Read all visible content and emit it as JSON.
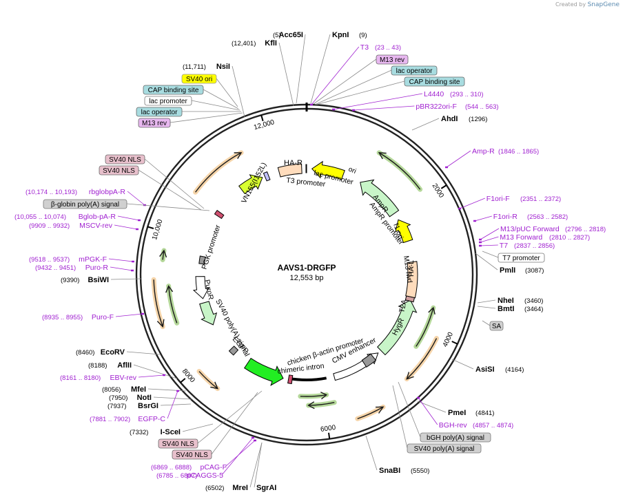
{
  "watermark": {
    "prefix": "Created by",
    "brand": "SnapGene"
  },
  "plasmid": {
    "name": "AAVS1-DRGFP",
    "length_label": "12,553 bp",
    "length": 12553
  },
  "colors": {
    "site": "#000000",
    "primer": "#a020d0",
    "ring": "#222222",
    "orange_arrow": "#e8a040",
    "green_arrow": "#5aa820",
    "ori_yellow": "#ffff00",
    "arm_peach": "#ffdcbc",
    "egfp_green": "#22ee22",
    "resistance_green": "#c8f5c8",
    "feature_grey": "#999999"
  },
  "ticks": [
    {
      "label": "2000",
      "pos": 2000
    },
    {
      "label": "4000",
      "pos": 4000
    },
    {
      "label": "6000",
      "pos": 6000
    },
    {
      "label": "8000",
      "pos": 8000
    },
    {
      "label": "10,000",
      "pos": 10000
    },
    {
      "label": "12,000",
      "pos": 12000
    }
  ],
  "sites": [
    {
      "num": "(5)",
      "name": "Acc65I",
      "pos": 5
    },
    {
      "num": "(9)",
      "name": "KpnI",
      "pos": 9
    },
    {
      "num": "(12,401)",
      "name": "KflI",
      "pos": 12401
    },
    {
      "num": "(11,711)",
      "name": "NsiI",
      "pos": 11711
    },
    {
      "num": "(1296)",
      "name": "AhdI",
      "pos": 1296
    },
    {
      "num": "(3087)",
      "name": "PmlI",
      "pos": 3087
    },
    {
      "num": "(3460)",
      "name": "NheI",
      "pos": 3460
    },
    {
      "num": "(3464)",
      "name": "BmtI",
      "pos": 3464
    },
    {
      "num": "(4164)",
      "name": "AsiSI",
      "pos": 4164
    },
    {
      "num": "(4841)",
      "name": "PmeI",
      "pos": 4841
    },
    {
      "num": "(5550)",
      "name": "SnaBI",
      "pos": 5550
    },
    {
      "num": "(6502)",
      "name": "MreI",
      "pos": 6502
    },
    {
      "num": "",
      "name": "SgrAI",
      "pos": 6502
    },
    {
      "num": "(7332)",
      "name": "I-SceI",
      "pos": 7332
    },
    {
      "num": "(7937)",
      "name": "BsrGI",
      "pos": 7937
    },
    {
      "num": "(7950)",
      "name": "NotI",
      "pos": 7950
    },
    {
      "num": "(8056)",
      "name": "MfeI",
      "pos": 8056
    },
    {
      "num": "(8188)",
      "name": "AflII",
      "pos": 8188
    },
    {
      "num": "(8460)",
      "name": "EcoRV",
      "pos": 8460
    },
    {
      "num": "(9390)",
      "name": "BsiWI",
      "pos": 9390
    }
  ],
  "primers": [
    {
      "name": "T3",
      "range": "(23 .. 43)",
      "pos": 33
    },
    {
      "name": "L4440",
      "range": "(293 .. 310)",
      "pos": 301
    },
    {
      "name": "pBR322ori-F",
      "range": "(544 .. 563)",
      "pos": 553
    },
    {
      "name": "Amp-R",
      "range": "(1846 .. 1865)",
      "pos": 1855
    },
    {
      "name": "F1ori-F",
      "range": "(2351 .. 2372)",
      "pos": 2361
    },
    {
      "name": "F1ori-R",
      "range": "(2563 .. 2582)",
      "pos": 2572
    },
    {
      "name": "M13/pUC Forward",
      "range": "(2796 .. 2818)",
      "pos": 2807
    },
    {
      "name": "M13 Forward",
      "range": "(2810 .. 2827)",
      "pos": 2818
    },
    {
      "name": "T7",
      "range": "(2837 .. 2856)",
      "pos": 2846
    },
    {
      "name": "BGH-rev",
      "range": "(4857 .. 4874)",
      "pos": 4865
    },
    {
      "name": "pCAG-F",
      "range": "(6869 .. 6888)",
      "pos": 6878
    },
    {
      "name": "pCAGGS-5",
      "range": "(6785 .. 6807)",
      "pos": 6796
    },
    {
      "name": "EGFP-C",
      "range": "(7881 .. 7902)",
      "pos": 7891
    },
    {
      "name": "EBV-rev",
      "range": "(8161 .. 8180)",
      "pos": 8170
    },
    {
      "name": "Puro-F",
      "range": "(8935 .. 8955)",
      "pos": 8945
    },
    {
      "name": "Puro-R",
      "range": "(9432 .. 9451)",
      "pos": 9441
    },
    {
      "name": "mPGK-F",
      "range": "(9518 .. 9537)",
      "pos": 9527
    },
    {
      "name": "MSCV-rev",
      "range": "(9909 .. 9932)",
      "pos": 9920
    },
    {
      "name": "Bglob-pA-R",
      "range": "(10,055 .. 10,074)",
      "pos": 10064
    },
    {
      "name": "rbglobpA-R",
      "range": "(10,174 .. 10,193)",
      "pos": 10183
    }
  ],
  "boxed_labels": [
    {
      "text": "M13 rev",
      "style": "m13"
    },
    {
      "text": "lac operator",
      "style": "lacop"
    },
    {
      "text": "CAP binding site",
      "style": "cap"
    },
    {
      "text": "SV40 ori",
      "style": "sv40ori"
    },
    {
      "text": "CAP binding site",
      "style": "cap"
    },
    {
      "text": "lac promoter",
      "style": "plain"
    },
    {
      "text": "lac operator",
      "style": "lacop"
    },
    {
      "text": "M13 rev",
      "style": "m13"
    },
    {
      "text": "T7 promoter",
      "style": "plain"
    },
    {
      "text": "SA",
      "style": "grey"
    },
    {
      "text": "bGH poly(A) signal",
      "style": "grey"
    },
    {
      "text": "SV40 poly(A) signal",
      "style": "grey"
    },
    {
      "text": "SV40 NLS",
      "style": "nls"
    },
    {
      "text": "SV40 NLS",
      "style": "nls"
    },
    {
      "text": "SV40 NLS",
      "style": "nls"
    },
    {
      "text": "SV40 NLS",
      "style": "nls"
    },
    {
      "text": "β-globin poly(A) signal",
      "style": "grey"
    }
  ],
  "inner_labels": [
    "HA-R",
    "ori",
    "lac promoter",
    "T3 promoter",
    "VN155(I152L)",
    "AmpR",
    "AmpR promoter",
    "f1 ori",
    "M13 fwd",
    "HA-L",
    "T2A",
    "HygR",
    "CMV enhancer",
    "chicken β-actin promoter",
    "chimeric intron",
    "EGFP",
    "SV40 poly(A) signal",
    "PuroR",
    "PGK promoter"
  ]
}
